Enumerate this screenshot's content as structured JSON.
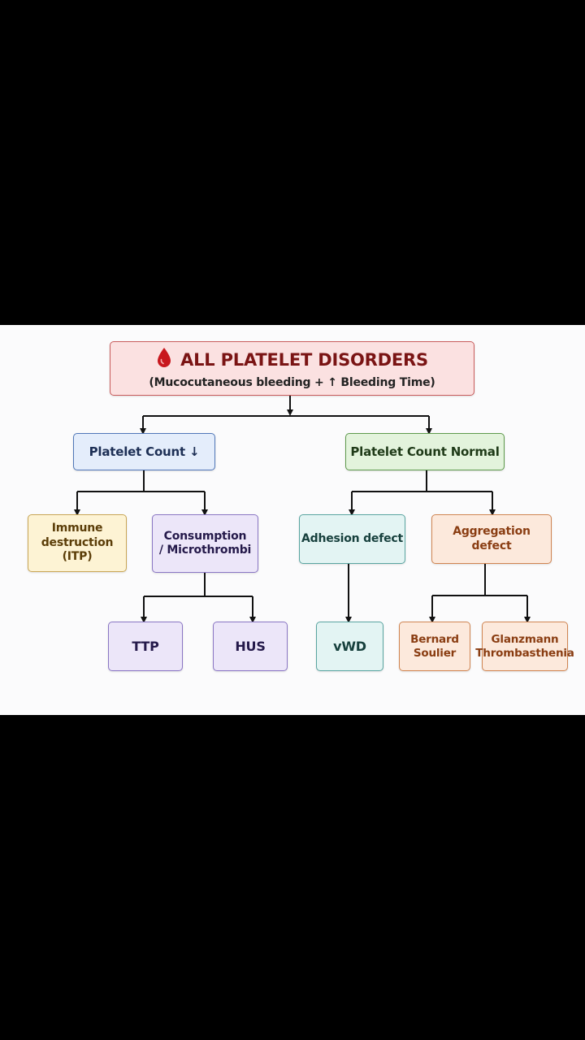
{
  "root": {
    "title": "ALL PLATELET DISORDERS",
    "subtitle": "(Mucocutaneous bleeding + ↑ Bleeding Time)",
    "icon": "blood-drop-icon"
  },
  "branches": {
    "low": {
      "label": "Platelet Count ↓",
      "children": {
        "immune": {
          "lines": [
            "Immune",
            "destruction",
            "(ITP)"
          ]
        },
        "consumption": {
          "lines": [
            "Consumption",
            "/ Microthrombi"
          ],
          "children": [
            "TTP",
            "HUS"
          ]
        }
      }
    },
    "normal": {
      "label": "Platelet Count Normal",
      "children": {
        "adhesion": {
          "label": "Adhesion defect",
          "children": [
            "vWD"
          ]
        },
        "aggregation": {
          "label": "Aggregation defect",
          "children": [
            {
              "lines": [
                "Bernard",
                "Soulier"
              ]
            },
            {
              "lines": [
                "Glanzmann",
                "Thrombasthenia"
              ]
            }
          ]
        }
      }
    }
  },
  "colors": {
    "root": "#c95c5c",
    "low": "#5077b8",
    "normal": "#5e9a4c",
    "immune": "#c9a655",
    "consumption": "#8a76c4",
    "adhesion": "#5aa5a1",
    "aggregation": "#d08552",
    "connector": "#111111"
  }
}
